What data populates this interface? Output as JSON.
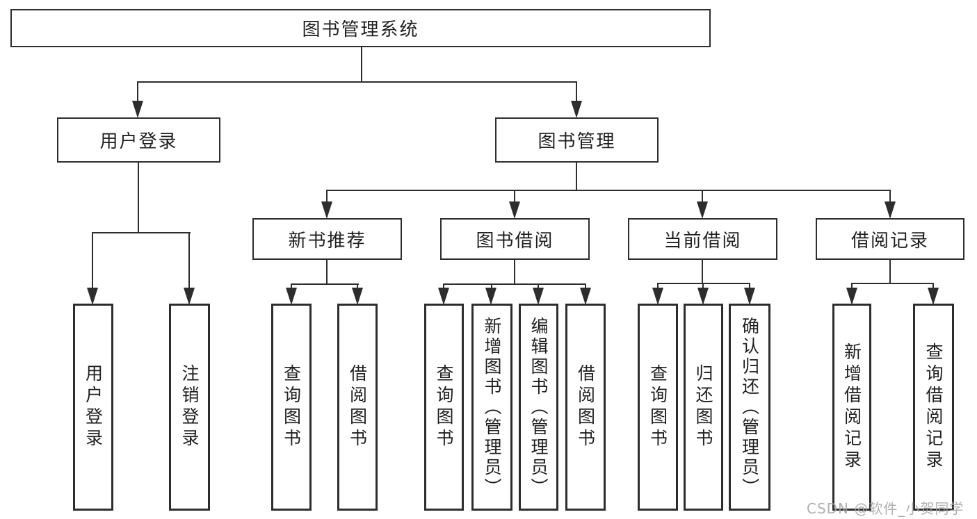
{
  "diagram": {
    "title": "图书管理系统",
    "level1": {
      "user_login": "用户登录",
      "book_mgmt": "图书管理"
    },
    "level2": {
      "new_book_rec": "新书推荐",
      "book_borrow": "图书借阅",
      "current_borrow": "当前借阅",
      "borrow_record": "借阅记录"
    },
    "leaves": {
      "user_login": "用户登录",
      "logout": "注销登录",
      "query_book_newbook": "查询图书",
      "borrow_book_newbook": "借阅图书",
      "query_book_borrow": "查询图书",
      "add_book_admin": "新增图书（管理员）",
      "edit_book_admin": "编辑图书（管理员）",
      "borrow_book_borrow": "借阅图书",
      "query_book_current": "查询图书",
      "return_book": "归还图书",
      "confirm_return_admin": "确认归还（管理员）",
      "add_borrow_record": "新增借阅记录",
      "query_borrow_record": "查询借阅记录"
    }
  },
  "watermark": {
    "text": "CSDN @软件_小贺同学"
  },
  "colors": {
    "line": "#2d2d2d",
    "text": "#1f1f1f",
    "watermark": "#a8a6a6",
    "background": "#ffffff"
  }
}
